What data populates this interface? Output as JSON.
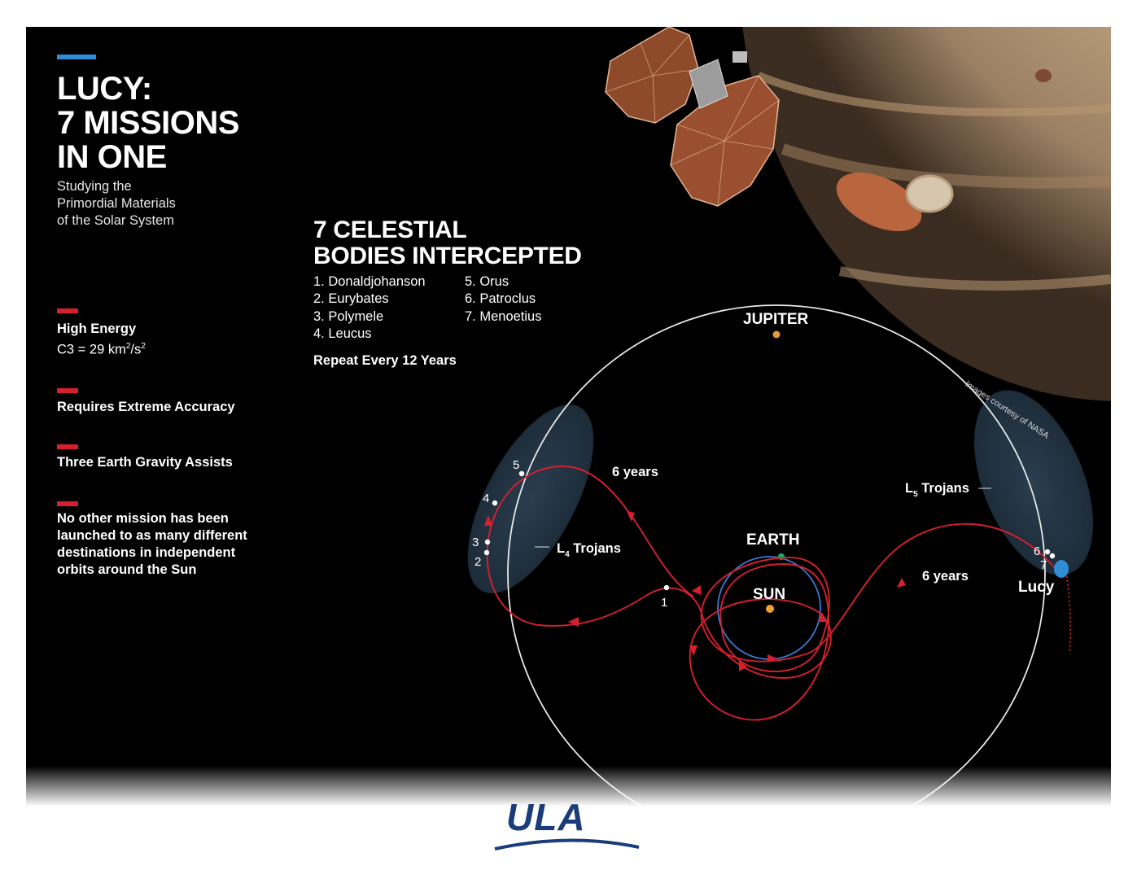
{
  "title_lines": [
    "LUCY:",
    "7 MISSIONS",
    "IN ONE"
  ],
  "subtitle_lines": [
    "Studying the",
    "Primordial Materials",
    "of the Solar System"
  ],
  "features": [
    {
      "title": "High Energy",
      "detail_prefix": "C3 = 29 km",
      "detail_sup1": "2",
      "detail_mid": "/s",
      "detail_sup2": "2"
    },
    {
      "title": "Requires  Extreme Accuracy"
    },
    {
      "title": "Three Earth Gravity Assists"
    },
    {
      "lines": [
        "No other mission has been",
        "launched to as many different",
        "destinations in independent",
        "orbits around the Sun"
      ]
    }
  ],
  "bodies_title_lines": [
    "7 CELESTIAL",
    "BODIES INTERCEPTED"
  ],
  "bodies_col1": [
    "1. Donaldjohanson",
    "2. Eurybates",
    "3. Polymele",
    "4. Leucus"
  ],
  "bodies_col2": [
    "5. Orus",
    "6. Patroclus",
    "7. Menoetius"
  ],
  "repeat_text": "Repeat Every 12 Years",
  "credit": "Images courtesy of NASA",
  "diagram": {
    "jupiter": "JUPITER",
    "earth": "EARTH",
    "sun": "SUN",
    "lucy": "Lucy",
    "l4_prefix": "L",
    "l4_sub": "4",
    "l4_suffix": " Trojans",
    "l5_prefix": "L",
    "l5_sub": "5",
    "l5_suffix": " Trojans",
    "years_left": "6 years",
    "years_right": "6 years",
    "markers": [
      "1",
      "2",
      "3",
      "4",
      "5",
      "6",
      "7"
    ]
  },
  "logo_text": "ULA",
  "colors": {
    "background": "#000000",
    "accent_blue": "#2f8ed6",
    "accent_red": "#d6202e",
    "trajectory": "#d6202e",
    "trojan_cloud": "#1f2f3d",
    "sun": "#f0a030",
    "earth_orbit": "#3a7bd5",
    "logo": "#1b3c7a"
  }
}
